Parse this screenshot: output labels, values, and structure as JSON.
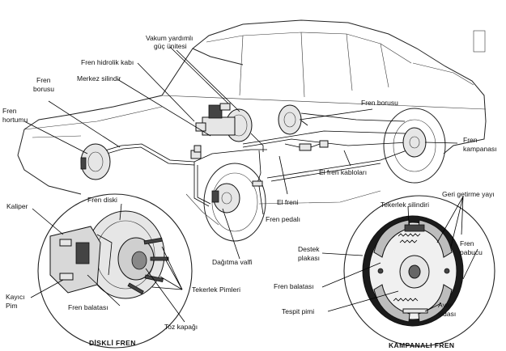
{
  "labels": {
    "vakum": [
      "Vakum yardımlı",
      "güç ünitesi"
    ],
    "hidrolik": "Fren hidrolik kabı",
    "merkez": "Merkez silindir",
    "fren_borusu_left": [
      "Fren",
      "borusu"
    ],
    "fren_hortumu": [
      "Fren",
      "hortumu"
    ],
    "fren_borusu_right": "Fren borusu",
    "fren_kampanasi": [
      "Fren",
      "kampanası"
    ],
    "el_fren_kablolari": "El fren kabloları",
    "el_freni": "El freni",
    "fren_pedali": "Fren pedalı",
    "fren_diski": "Fren diski",
    "kaliper": "Kaliper",
    "kayici_pim": [
      "Kayıcı",
      "Pim"
    ],
    "fren_balatasi_left": "Fren balatası",
    "dagitma_valfi": "Dağıtma valfi",
    "tekerlek_pimleri": "Tekerlek Pimleri",
    "toz_kapagi": "Toz kapağı",
    "diskli_fren": "DİSKLİ FREN",
    "kampanali_fren": "KAMPANALI FREN",
    "tekerlek_silindiri": "Tekerlek silindiri",
    "geri_getirme": "Geri getirme yayı",
    "destek_plakasi": [
      "Destek",
      "plakası"
    ],
    "fren_pabucu": [
      "Fren",
      "pabucu"
    ],
    "fren_balatasi_right": "Fren balatası",
    "tespit_pimi": "Tespit pimi",
    "ayar_vidasi": [
      "Ayar",
      "vidası"
    ]
  }
}
